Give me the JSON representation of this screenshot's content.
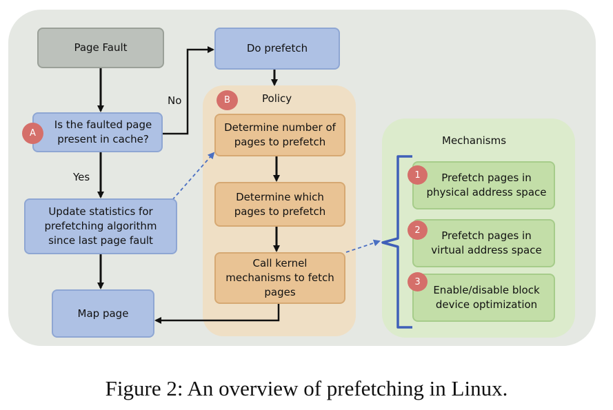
{
  "nodes": {
    "page_fault": "Page Fault",
    "is_faulted": "Is the faulted page present in cache?",
    "update_stats": "Update statistics for prefetching algorithm since last page fault",
    "map_page": "Map page",
    "do_prefetch": "Do prefetch"
  },
  "badges": {
    "a": "A",
    "b": "B",
    "m1": "1",
    "m2": "2",
    "m3": "3"
  },
  "policy": {
    "title": "Policy",
    "step1": "Determine number of pages to prefetch",
    "step2": "Determine which pages to prefetch",
    "step3": "Call kernel mechanisms to fetch pages"
  },
  "mechanisms": {
    "title": "Mechanisms",
    "item1": "Prefetch pages in physical address space",
    "item2": "Prefetch pages in virtual address space",
    "item3": "Enable/disable block device optimization"
  },
  "edge_labels": {
    "no": "No",
    "yes": "Yes"
  },
  "caption": "Figure 2: An overview of prefetching in Linux.",
  "colors": {
    "background_panel": "#e5e8e3",
    "policy_panel": "#efdfc5",
    "mechanism_panel": "#dcebcc",
    "blue_box": "#aec1e4",
    "orange_box": "#e9c394",
    "green_box": "#c3dea8",
    "gray_box": "#bcc1bb",
    "badge": "#d56f6a",
    "dashed_arrow": "#4a6fc2",
    "bracket": "#3f5fb8"
  }
}
